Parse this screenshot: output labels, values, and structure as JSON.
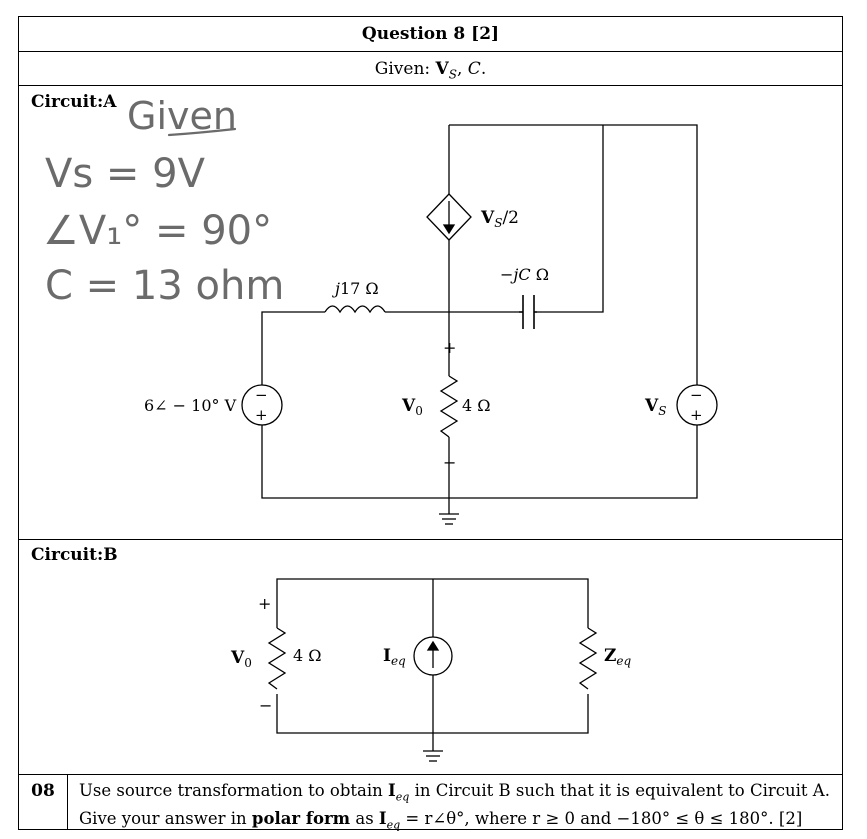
{
  "header": {
    "title": "Question 8 [2]",
    "given": "Given: V_S, C."
  },
  "circuit_a": {
    "label": "Circuit:A",
    "handwritten": {
      "heading": "Given",
      "line1": "Vs = 9V",
      "line2": "∠V₁° = 90°",
      "line3": "C = 13 ohm"
    },
    "dependent_source": "V_S/2",
    "inductor": "j17 Ω",
    "capacitor": "−jC Ω",
    "left_source": "6∠ − 10° V",
    "resistor": "4 Ω",
    "vo_label": "V_0",
    "plus": "+",
    "minus": "−",
    "right_source": "V_S"
  },
  "circuit_b": {
    "label": "Circuit:B",
    "vo_label": "V_0",
    "resistor": "4 Ω",
    "current_source": "I_eq",
    "impedance": "Z_eq",
    "plus": "+",
    "minus": "−"
  },
  "question": {
    "number": "08",
    "line1_a": "Use source transformation to obtain ",
    "line1_b": " in Circuit B such that it is equivalent to Circuit A.",
    "line2_a": "Give your answer in ",
    "line2_bold": "polar form",
    "line2_b": " as ",
    "line2_c": ", where r ≥ 0 and −180° ≤ θ ≤ 180°. [2]",
    "ieq": "I",
    "ieq_sub": "eq",
    "ieq_expr": " = r∠θ°"
  }
}
